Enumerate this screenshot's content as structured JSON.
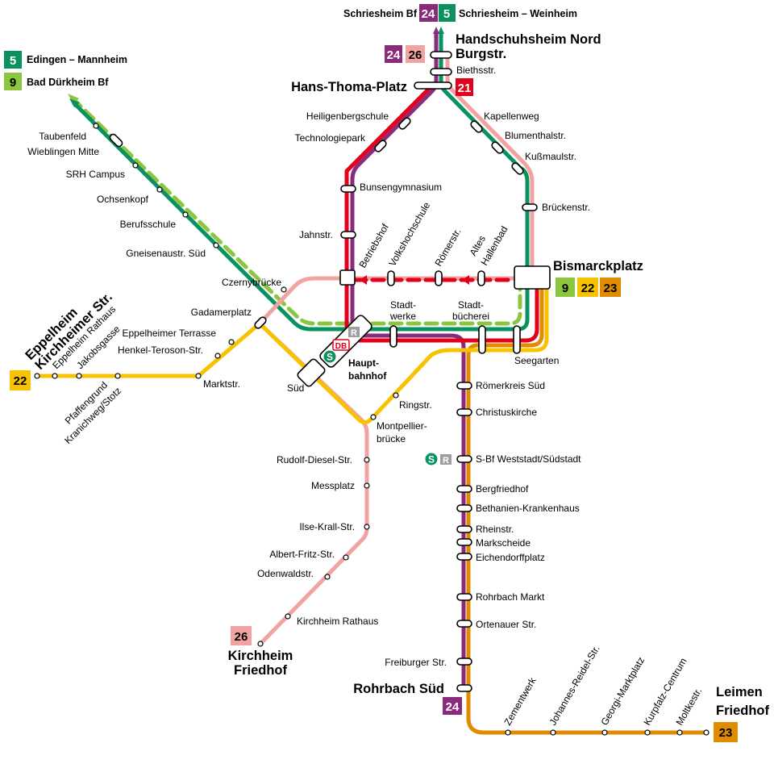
{
  "colors": {
    "line5": "#0a9160",
    "line9": "#8cc63f",
    "line21": "#e2001a",
    "line22": "#f7c300",
    "line23": "#e08b00",
    "line24": "#8a2a7a",
    "line26": "#f0a3a0"
  },
  "legend": {
    "line5_num": "5",
    "line5_text": "Edingen – Mannheim",
    "line9_num": "9",
    "line9_text": "Bad Dürkheim Bf"
  },
  "north": {
    "left_text": "Schriesheim Bf",
    "badge24": "24",
    "badge5": "5",
    "right_text": "Schriesheim – Weinheim"
  },
  "badges": {
    "hn24": "24",
    "hn26": "26",
    "b21": "21",
    "bis9": "9",
    "bis22": "22",
    "bis23": "23",
    "epp22": "22",
    "kir26": "26",
    "roh24": "24",
    "lei23": "23"
  },
  "termini": {
    "handschuhsheim_1": "Handschuhsheim Nord",
    "handschuhsheim_2": "Burgstr.",
    "hans_thoma": "Hans-Thoma-Platz",
    "bismarckplatz": "Bismarckplatz",
    "eppelheim_1": "Eppelheim",
    "eppelheim_2": "Kirchheimer Str.",
    "kirchheim_1": "Kirchheim",
    "kirchheim_2": "Friedhof",
    "rohrbach": "Rohrbach Süd",
    "leimen_1": "Leimen",
    "leimen_2": "Friedhof",
    "hbf_1": "Haupt-",
    "hbf_2": "bahnhof"
  },
  "stations": {
    "biethsstr": "Biethsstr.",
    "heiligenbergschule": "Heiligenbergschule",
    "technologiepark": "Technologiepark",
    "bunsengymnasium": "Bunsengymnasium",
    "jahnstr": "Jahnstr.",
    "kapellenweg": "Kapellenweg",
    "blumenthalstr": "Blumenthalstr.",
    "kussmaulstr": "Kußmaulstr.",
    "brueckenstr": "Brückenstr.",
    "betriebshof": "Betriebshof",
    "volkshochschule": "Volkshochschule",
    "roemerstr": "Römerstr.",
    "altes_hallenbad_1": "Altes",
    "altes_hallenbad_2": "Hallenbad",
    "stadtwerke_1": "Stadt-",
    "stadtwerke_2": "werke",
    "stadtbuecherei_1": "Stadt-",
    "stadtbuecherei_2": "bücherei",
    "seegarten": "Seegarten",
    "taubenfeld": "Taubenfeld",
    "wieblingen_mitte": "Wieblingen Mitte",
    "srh_campus": "SRH Campus",
    "ochsenkopf": "Ochsenkopf",
    "berufsschule": "Berufsschule",
    "gneisenaustr": "Gneisenaustr. Süd",
    "czernybruecke": "Czernybrücke",
    "gadamerplatz": "Gadamerplatz",
    "eppelheimer_terrasse": "Eppelheimer Terrasse",
    "henkel_teroson": "Henkel-Teroson-Str.",
    "marktstr": "Marktstr.",
    "eppelheim_rathaus": "Eppelheim Rathaus",
    "jakobsgasse": "Jakobsgasse",
    "pfaffengrund_1": "Pfaffengrund",
    "pfaffengrund_2": "Kranichweg/Stotz",
    "sued": "Süd",
    "ringstr": "Ringstr.",
    "montpellier_1": "Montpellier-",
    "montpellier_2": "brücke",
    "rudolf_diesel": "Rudolf-Diesel-Str.",
    "messplatz": "Messplatz",
    "ilse_krall": "Ilse-Krall-Str.",
    "albert_fritz": "Albert-Fritz-Str.",
    "odenwaldstr": "Odenwaldstr.",
    "kirchheim_rathaus": "Kirchheim Rathaus",
    "roemerkreis": "Römerkreis Süd",
    "christuskirche": "Christuskirche",
    "sbf_weststadt": "S-Bf Weststadt/Südstadt",
    "bergfriedhof": "Bergfriedhof",
    "bethanien": "Bethanien-Krankenhaus",
    "rheinstr": "Rheinstr.",
    "markscheide": "Markscheide",
    "eichendorffplatz": "Eichendorffplatz",
    "rohrbach_markt": "Rohrbach Markt",
    "ortenauer": "Ortenauer Str.",
    "freiburger": "Freiburger Str.",
    "zementwerk": "Zementwerk",
    "johannes_reidel": "Johannes-Reidel-Str.",
    "georgi_marktplatz": "Georgi-Marktplatz",
    "kurpfalz_centrum": "Kurpfalz-Centrum",
    "moltkestr": "Moltkestr."
  },
  "symbols": {
    "r": "R",
    "db": "DB",
    "s": "S"
  },
  "icons": [
    "s-bahn-icon",
    "db-icon",
    "regional-train-icon"
  ]
}
